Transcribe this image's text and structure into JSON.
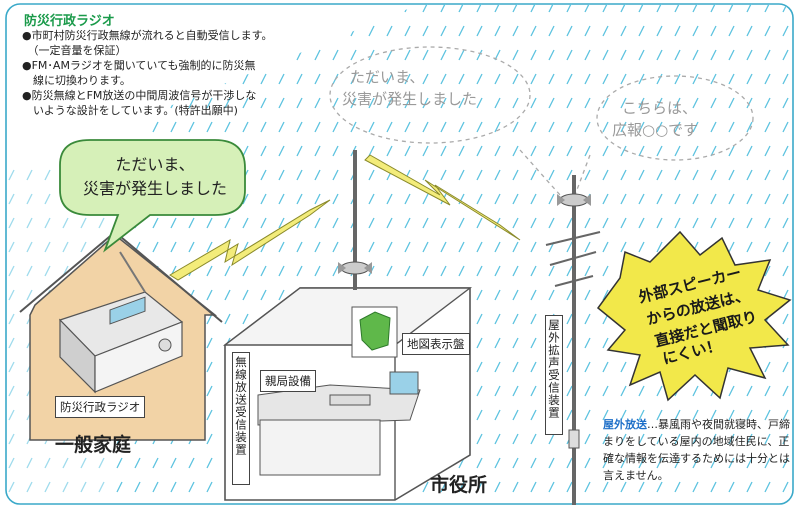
{
  "title": "防災行政ラジオ",
  "bullets": [
    "●市町村防災行政無線が流れると自動受信します。",
    "　（一定音量を保証）",
    "●FM･AMラジオを聞いていても強制的に防災無",
    "　線に切換わります。",
    "●防災無線とFM放送の中間周波信号が干渉しな",
    "　いような設計をしています。(特許出願中)"
  ],
  "home_bubble": [
    "ただいま、",
    "災害が発生しました"
  ],
  "ghost_bubble_1": [
    "ただいま、",
    "災害が発生しました"
  ],
  "ghost_bubble_2": [
    "こちらは、",
    "広報○○です"
  ],
  "labels": {
    "radio": "防災行政ラジオ",
    "home": "一般家庭",
    "city_hall": "市役所",
    "map_panel": "地図表示盤",
    "master_station": "親局設備",
    "receiver": "無線放送受信装置",
    "outdoor_receiver": "屋外拡声受信装置"
  },
  "burst": [
    "外部スピーカー",
    "からの放送は、",
    "直接だと聞取り",
    "にくい！"
  ],
  "note": {
    "heading": "屋外放送",
    "text": "…暴風雨や夜間就寝時、戸締まりをしている屋内の地域住民に、正確な情報を伝達するためには十分とは言えません。"
  },
  "colors": {
    "frame": "#3aa9c9",
    "title": "#1a9a4a",
    "rain": "#5ec3e0",
    "bolt": "#f3ec7a",
    "bubble_fill": "#d6f0b8",
    "burst_fill": "#f2e84a",
    "note_heading": "#1e6fc8"
  }
}
